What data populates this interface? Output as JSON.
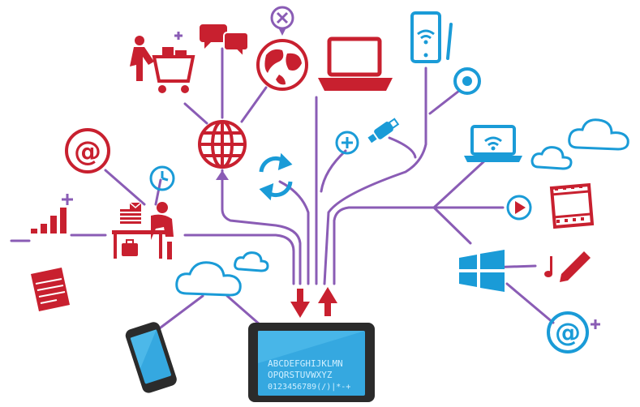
{
  "colors": {
    "line": "#8a5cb5",
    "red": "#c8202f",
    "blue": "#1a9bd7",
    "blue_light": "#5bc3ef",
    "tablet_body": "#2b2b2b",
    "screen": "#35a8e0"
  },
  "tablet": {
    "screen_lines": [
      "ABCDEFGHIJKLMN",
      "OPQRSTUVWXYZ",
      "0123456789(/)|*-+"
    ]
  },
  "icons": [
    "shopping-cart-icon",
    "chat-bubbles-icon",
    "globe-close-icon",
    "laptop-icon",
    "smartphone-wifi-icon",
    "target-icon",
    "plus-icon",
    "usb-drive-icon",
    "globe-icon",
    "at-sign-icon",
    "clock-icon",
    "office-worker-icon",
    "bar-chart-icon",
    "document-icon",
    "sync-icon",
    "laptop-wifi-icon",
    "cloud-icon",
    "play-icon",
    "film-icon",
    "windows-logo-icon",
    "music-note-icon",
    "pencil-icon",
    "phone-icon",
    "tablet-icon"
  ]
}
